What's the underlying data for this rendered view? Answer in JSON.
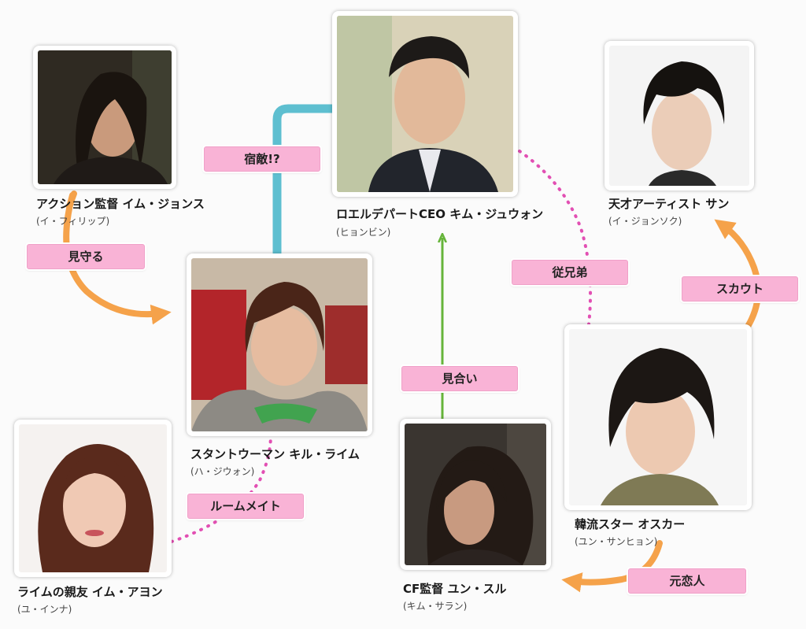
{
  "people": {
    "kim": {
      "name": "ロエルデパートCEO キム・ジュウォン",
      "actor": "(ヒョンビン)"
    },
    "im_jonsu": {
      "name": "アクション監督 イム・ジョンス",
      "actor": "(イ・フィリップ)"
    },
    "san": {
      "name": "天才アーティスト サン",
      "actor": "(イ・ジョンソク)"
    },
    "raimu": {
      "name": "スタントウーマン キル・ライム",
      "actor": "(ハ・ジウォン)"
    },
    "oscar": {
      "name": "韓流スター オスカー",
      "actor": "(ユン・サンヒョン)"
    },
    "ayon": {
      "name": "ライムの親友 イム・アヨン",
      "actor": "(ユ・インナ)"
    },
    "suru": {
      "name": "CF監督 ユン・スル",
      "actor": "(キム・サラン)"
    }
  },
  "relations": {
    "rival": "宿敵!?",
    "watch": "見守る",
    "cousin": "従兄弟",
    "scout": "スカウト",
    "miai": "見合い",
    "roommate": "ルームメイト",
    "ex": "元恋人"
  },
  "colors": {
    "orange_arrow": "#f5a24a",
    "green_arrow": "#66b43a",
    "blue_line": "#5ebfd0",
    "dotted_line": "#e24fb3",
    "tag_fill": "#f9b3d6"
  }
}
